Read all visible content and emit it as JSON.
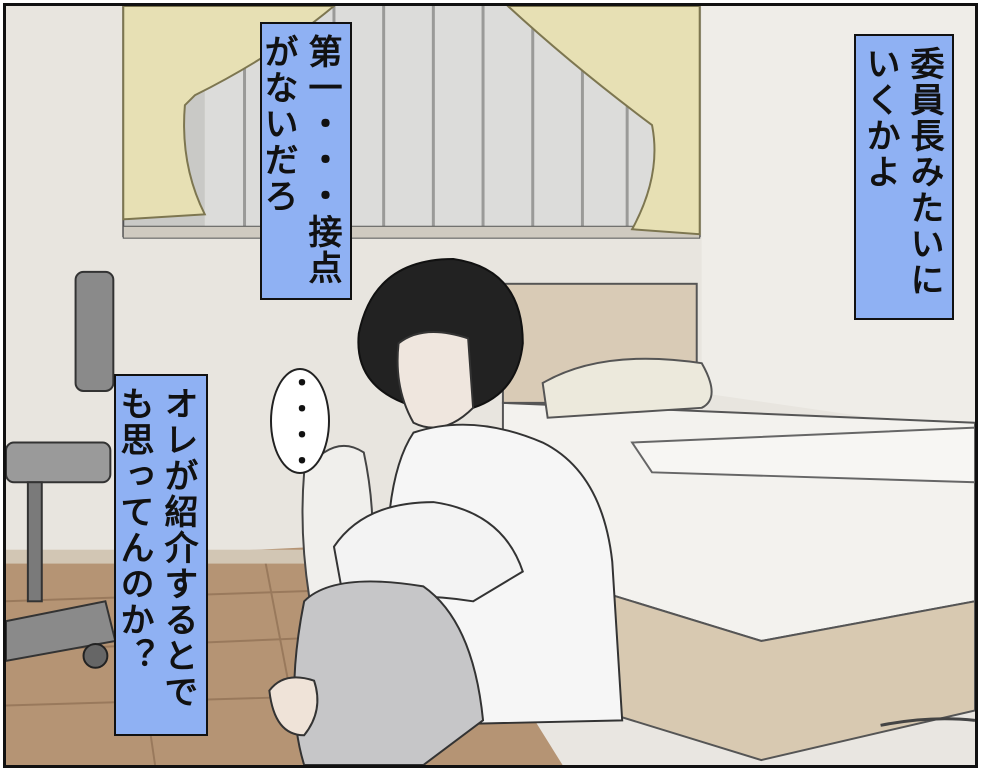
{
  "captions": {
    "right": "委員長みたいにいくかよ",
    "top": "第一・・・接点がないだろ",
    "left": "オレが紹介するとでも思ってんのか？"
  },
  "bubble": "・・・・"
}
